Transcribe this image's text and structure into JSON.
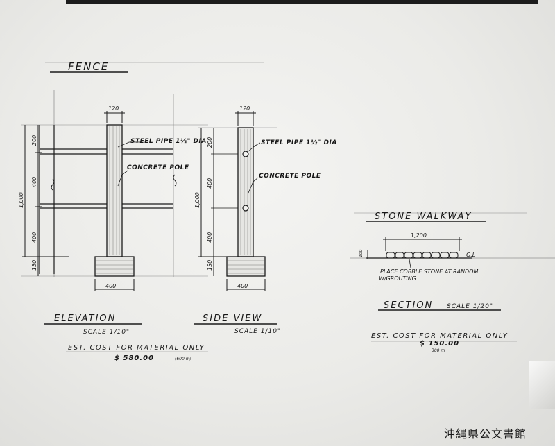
{
  "fence_title": "FENCE",
  "elevation": {
    "top_width": "120",
    "dim_overall": "1,000",
    "dim_200": "200",
    "dim_400a": "400",
    "dim_400b": "400",
    "dim_150": "150",
    "base_width": "400",
    "pipe_label": "STEEL PIPE 1½\" DIA",
    "pole_label": "CONCRETE POLE",
    "view_title": "ELEVATION",
    "scale": "SCALE 1/10\"",
    "cost_text": "EST. COST FOR MATERIAL ONLY",
    "cost_value": "$ 580.00",
    "cost_note": "(600 m)"
  },
  "side_view": {
    "top_width": "120",
    "dim_overall": "1,000",
    "dim_200": "200",
    "dim_400a": "400",
    "dim_400b": "400",
    "dim_150": "150",
    "base_width": "400",
    "pipe_label": "STEEL PIPE 1½\" DIA",
    "pole_label": "CONCRETE POLE",
    "view_title": "SIDE VIEW",
    "scale": "SCALE 1/10\""
  },
  "stone_walkway": {
    "title": "STONE WALKWAY",
    "width_dim": "1,200",
    "depth_dim": "100",
    "gl_label": "G.L",
    "note_line1": "PLACE COBBLE STONE AT RANDOM",
    "note_line2": "W/GROUTING.",
    "section_title": "SECTION",
    "section_scale": "SCALE 1/20\"",
    "cost_text": "EST. COST FOR MATERIAL ONLY",
    "cost_value": "$ 150.00",
    "cost_note": "300 m"
  },
  "stamp": "沖縄県公文書館"
}
